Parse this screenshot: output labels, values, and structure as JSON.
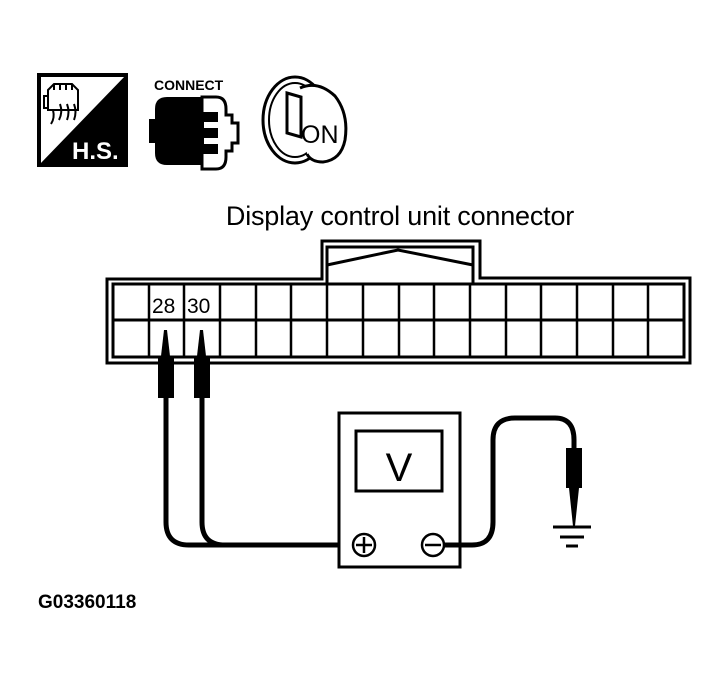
{
  "icons": [
    {
      "name": "harness-sensor-icon",
      "label": "H.S."
    },
    {
      "name": "connect-icon",
      "label": "CONNECT"
    },
    {
      "name": "ignition-on-icon",
      "label": "ON"
    }
  ],
  "diagram": {
    "title": "Display control unit connector",
    "connector": {
      "columns": 16,
      "rows": 2,
      "labeled_pins": [
        "28",
        "30"
      ]
    },
    "meter": {
      "display": "V",
      "positive_terminal": "+",
      "negative_terminal": "−"
    },
    "ground_symbol": "ground"
  },
  "figure_id": "G03360118"
}
